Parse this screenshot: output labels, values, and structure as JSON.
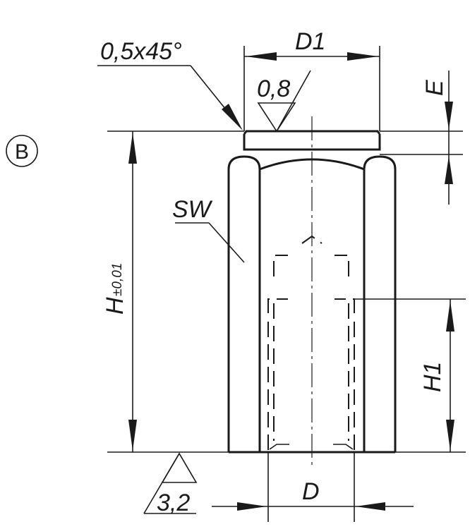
{
  "view": {
    "letter": "B"
  },
  "labels": {
    "chamfer": "0,5x45°",
    "d1": "D1",
    "roughness_top": "0,8",
    "e": "E",
    "sw": "SW",
    "h": "H",
    "h_tolerance": "±0,01",
    "h1": "H1",
    "d": "D",
    "roughness_bottom": "3,2"
  }
}
